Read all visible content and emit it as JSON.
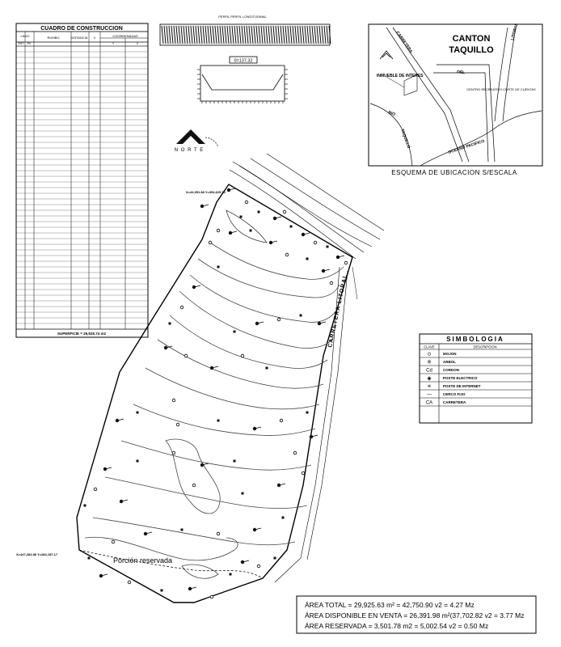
{
  "construction_table": {
    "title": "CUADRO DE CONSTRUCCION",
    "headers": [
      "LADO",
      "RUMBO",
      "DISTANCIA",
      "V",
      "COORDENADAS"
    ],
    "subheaders": [
      "EST",
      "PV",
      "Y",
      "X"
    ],
    "superficie": "SUPERFICIE = 29,925.74 m2"
  },
  "profile": {
    "title": "PERFIL PERFIL LONGITUDINAL",
    "level_label": "0=137.32"
  },
  "location_sketch": {
    "canton": "CANTON",
    "taquillo": "TAQUILLO",
    "inmueble": "INMUEBLE DE INTERES",
    "carretera": "CARRETERA",
    "del": "DEL",
    "litoral": "LITORAL",
    "rio": "RIO",
    "taquillo_label": "TAQUILLO",
    "oceano": "OCEANO PACIFICO",
    "centro": "CENTRO RECREATIVO CORTE DE CUENTAS",
    "caption": "ESQUEMA DE UBICACION S/ESCALA"
  },
  "north_label": "N O R T E",
  "road_label": "CARRETERA LITORAL",
  "reserved_label": "Porción reservada",
  "simbologia": {
    "title": "SIMBOLOGIA",
    "col_clave": "CLAVE",
    "col_desc": "DESCRIPCION",
    "items": [
      {
        "clave": "⊙",
        "desc": "MOJON"
      },
      {
        "clave": "✲",
        "desc": "ARBOL"
      },
      {
        "clave": "Cd",
        "desc": "CORDON"
      },
      {
        "clave": "◉",
        "desc": "POSTE ELECTRICO"
      },
      {
        "clave": "✳",
        "desc": "POSTE DE INTERNET"
      },
      {
        "clave": "—",
        "desc": "CERCO FIJO"
      },
      {
        "clave": "CA",
        "desc": "CARRETERA"
      }
    ]
  },
  "areas": {
    "total": "ÁREA TOTAL = 29,925.63 m² = 42,750.90 v2 = 4.27 Mz",
    "disponible": "ÁREA DISPONIBLE EN VENTA = 26,391.98 m²(37,702.82 v2 = 3.77 Mz",
    "reservada": "ÁREA RESERVADA = 3,501.78 m2 = 5,002.54 v2 = 0.50 Mz"
  },
  "coords": {
    "top": "X=44,651.88 Y=354,625.10",
    "left": "X=447,284.88 Y=284,187.17"
  }
}
